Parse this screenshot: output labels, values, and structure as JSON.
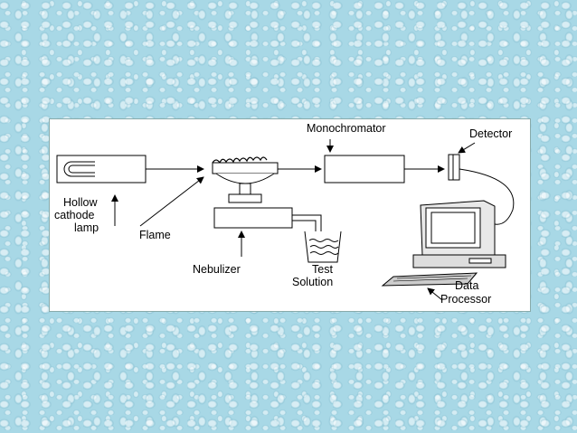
{
  "diagram": {
    "labels": {
      "hollow_cathode_lamp": [
        "Hollow",
        "cathode",
        "lamp"
      ],
      "flame": "Flame",
      "monochromator": "Monochromator",
      "detector": "Detector",
      "nebulizer": "Nebulizer",
      "test_solution": [
        "Test",
        "Solution"
      ],
      "data_processor": [
        "Data",
        "Processor"
      ]
    }
  }
}
